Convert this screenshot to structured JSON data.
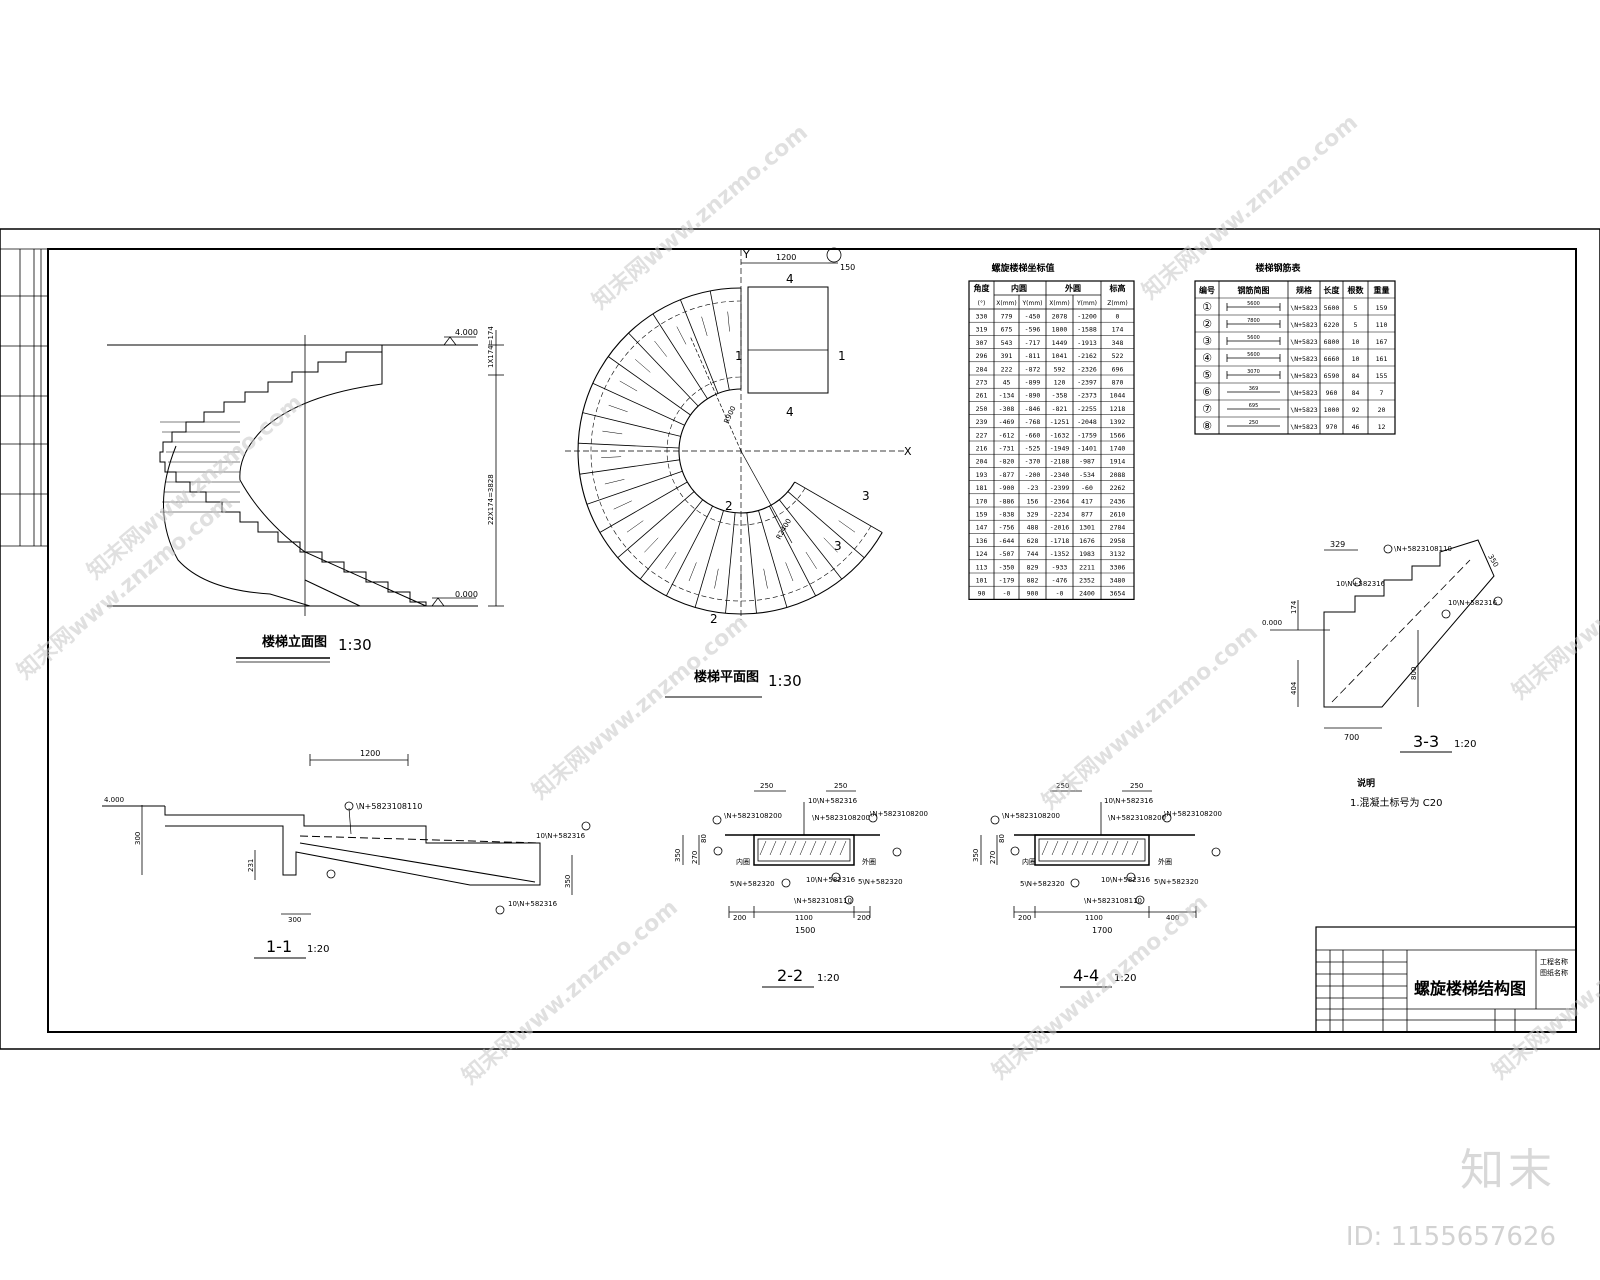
{
  "elevation": {
    "title": "楼梯立面图",
    "scale": "1:30",
    "top_level": "4.000",
    "bottom_level": "0.000",
    "dim_top": "1X174=174",
    "dim_main": "22X174=3828"
  },
  "plan": {
    "title": "楼梯平面图",
    "scale": "1:30",
    "dim_top": "1200",
    "dim_small": "150",
    "axis_x": "X",
    "axis_y": "Y",
    "inner_radius_label": "R900",
    "outer_radius_label": "R2400",
    "section_marks": [
      "1",
      "1",
      "2",
      "2",
      "3",
      "3",
      "4",
      "4"
    ]
  },
  "coord_table": {
    "title": "螺旋楼梯坐标值",
    "header_top": [
      "角度",
      "内圆",
      "外圆",
      "标高"
    ],
    "header_sub": [
      "(°)",
      "X(mm)",
      "Y(mm)",
      "X(mm)",
      "Y(mm)",
      "Z(mm)"
    ],
    "rows": [
      [
        "330",
        "779",
        "-450",
        "2078",
        "-1200",
        "0"
      ],
      [
        "319",
        "675",
        "-596",
        "1800",
        "-1588",
        "174"
      ],
      [
        "307",
        "543",
        "-717",
        "1449",
        "-1913",
        "348"
      ],
      [
        "296",
        "391",
        "-811",
        "1041",
        "-2162",
        "522"
      ],
      [
        "284",
        "222",
        "-872",
        "592",
        "-2326",
        "696"
      ],
      [
        "273",
        "45",
        "-899",
        "120",
        "-2397",
        "870"
      ],
      [
        "261",
        "-134",
        "-890",
        "-358",
        "-2373",
        "1044"
      ],
      [
        "250",
        "-308",
        "-846",
        "-821",
        "-2255",
        "1218"
      ],
      [
        "239",
        "-469",
        "-768",
        "-1251",
        "-2048",
        "1392"
      ],
      [
        "227",
        "-612",
        "-660",
        "-1632",
        "-1759",
        "1566"
      ],
      [
        "216",
        "-731",
        "-525",
        "-1949",
        "-1401",
        "1740"
      ],
      [
        "204",
        "-820",
        "-370",
        "-2188",
        "-987",
        "1914"
      ],
      [
        "193",
        "-877",
        "-200",
        "-2340",
        "-534",
        "2088"
      ],
      [
        "181",
        "-900",
        "-23",
        "-2399",
        "-60",
        "2262"
      ],
      [
        "170",
        "-886",
        "156",
        "-2364",
        "417",
        "2436"
      ],
      [
        "159",
        "-838",
        "329",
        "-2234",
        "877",
        "2610"
      ],
      [
        "147",
        "-756",
        "488",
        "-2016",
        "1301",
        "2784"
      ],
      [
        "136",
        "-644",
        "628",
        "-1718",
        "1676",
        "2958"
      ],
      [
        "124",
        "-507",
        "744",
        "-1352",
        "1983",
        "3132"
      ],
      [
        "113",
        "-350",
        "829",
        "-933",
        "2211",
        "3306"
      ],
      [
        "101",
        "-179",
        "882",
        "-476",
        "2352",
        "3480"
      ],
      [
        "90",
        "-0",
        "900",
        "-0",
        "2400",
        "3654"
      ]
    ]
  },
  "rebar_table": {
    "title": "楼梯钢筋表",
    "headers": [
      "编号",
      "钢筋简图",
      "规格",
      "长度",
      "根数",
      "重量"
    ],
    "rows": [
      [
        "①",
        "\\N+5823",
        "5600",
        "5",
        "159"
      ],
      [
        "②",
        "\\N+5823",
        "6220",
        "5",
        "110"
      ],
      [
        "③",
        "\\N+5823",
        "6800",
        "10",
        "167"
      ],
      [
        "④",
        "\\N+5823",
        "6660",
        "10",
        "161"
      ],
      [
        "⑤",
        "\\N+5823",
        "6590",
        "84",
        "155"
      ],
      [
        "⑥",
        "\\N+5823",
        "960",
        "84",
        "7"
      ],
      [
        "⑦",
        "\\N+5823",
        "1000",
        "92",
        "20"
      ],
      [
        "⑧",
        "\\N+5823",
        "970",
        "46",
        "12"
      ]
    ],
    "sketch_labels": [
      "5600",
      "7800",
      "5600",
      "5600",
      "3070",
      "369",
      "695",
      "250"
    ]
  },
  "section_1": {
    "title": "1-1",
    "scale": "1:20",
    "level": "4.000",
    "dim_1200": "1200",
    "dim_300v": "300",
    "dim_231": "231",
    "dim_300h": "300",
    "dim_350": "350",
    "rebar_top": "\\N+5823108110",
    "rebar_right": "10\\N+582316",
    "rebar_bottom": "10\\N+582316"
  },
  "section_2": {
    "title": "2-2",
    "scale": "1:20",
    "dim_250a": "250",
    "dim_250b": "250",
    "dim_350": "350",
    "dim_270": "270",
    "dim_80": "80",
    "dim_200a": "200",
    "dim_1100": "1100",
    "dim_200b": "200",
    "dim_total": "1500",
    "rebars": [
      "10\\N+582316",
      "\\N+5823108200",
      "\\N+5823108200",
      "\\N+5823108200",
      "10\\N+582316",
      "5\\N+582320",
      "5\\N+582320",
      "\\N+5823108110"
    ],
    "side_labels": [
      "内圈",
      "外圈"
    ]
  },
  "section_4": {
    "title": "4-4",
    "scale": "1:20",
    "dim_250a": "250",
    "dim_250b": "250",
    "dim_350": "350",
    "dim_270": "270",
    "dim_80": "80",
    "dim_200": "200",
    "dim_1100": "1100",
    "dim_400": "400",
    "dim_total": "1700",
    "rebars": [
      "10\\N+582316",
      "\\N+5823108200",
      "\\N+5823108200",
      "\\N+5823108200",
      "10\\N+582316",
      "5\\N+582320",
      "5\\N+582320",
      "\\N+5823108110"
    ],
    "side_labels": [
      "内圈",
      "外圈"
    ]
  },
  "section_3": {
    "title": "3-3",
    "scale": "1:20",
    "level": "0.000",
    "dim_329": "329",
    "dim_350": "350",
    "dim_174": "174",
    "dim_800": "800",
    "dim_404": "404",
    "dim_700": "700",
    "rebar_top": "\\N+5823108110",
    "rebar_mid": "10\\N+582316",
    "rebar_right": "10\\N+582316"
  },
  "notes": {
    "heading": "说明",
    "line1": "1.混凝土标号为 C20"
  },
  "title_block": {
    "drawing_title": "螺旋楼梯结构图",
    "top_right": "工程名称",
    "top_right2": "图纸名称"
  },
  "watermark": {
    "text": "知末网www.znzmo.com",
    "brand": "知末",
    "id_label": "ID: 1155657626"
  },
  "colors": {
    "line": "#000000",
    "watermark": "#c8c8c8"
  }
}
